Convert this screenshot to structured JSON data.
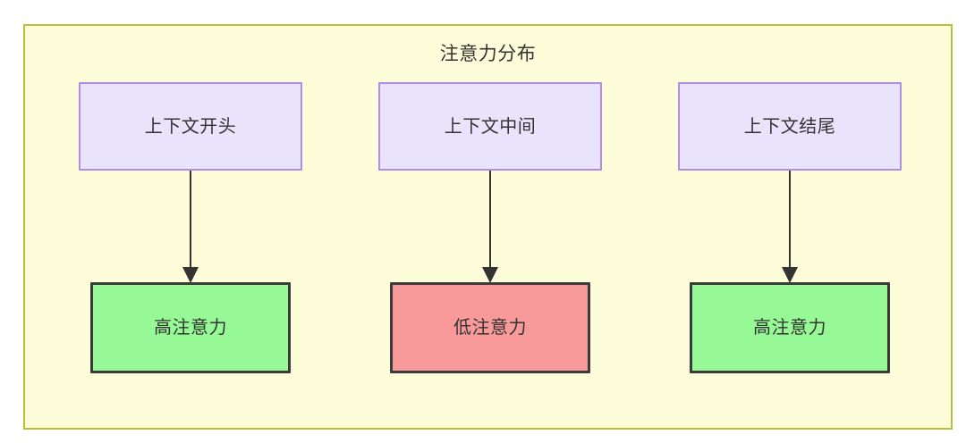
{
  "diagram": {
    "title": "注意力分布",
    "background_color": "#fdfdd9",
    "border_color": "#bdbd3d",
    "source_fill": "#e9e4fc",
    "source_border": "#ad8ee4",
    "high_fill": "#97f995",
    "low_fill": "#f99a9a",
    "node_border": "#3b3b3b",
    "text_color": "#333333",
    "edge_color": "#333333"
  },
  "nodes": {
    "sources": [
      {
        "id": "context-start",
        "label": "上下文开头"
      },
      {
        "id": "context-middle",
        "label": "上下文中间"
      },
      {
        "id": "context-end",
        "label": "上下文结尾"
      }
    ],
    "targets": [
      {
        "id": "attention-start",
        "label": "高注意力",
        "level": "high"
      },
      {
        "id": "attention-middle",
        "label": "低注意力",
        "level": "low"
      },
      {
        "id": "attention-end",
        "label": "高注意力",
        "level": "high"
      }
    ]
  },
  "edges": [
    {
      "from": "context-start",
      "to": "attention-start"
    },
    {
      "from": "context-middle",
      "to": "attention-middle"
    },
    {
      "from": "context-end",
      "to": "attention-end"
    }
  ]
}
